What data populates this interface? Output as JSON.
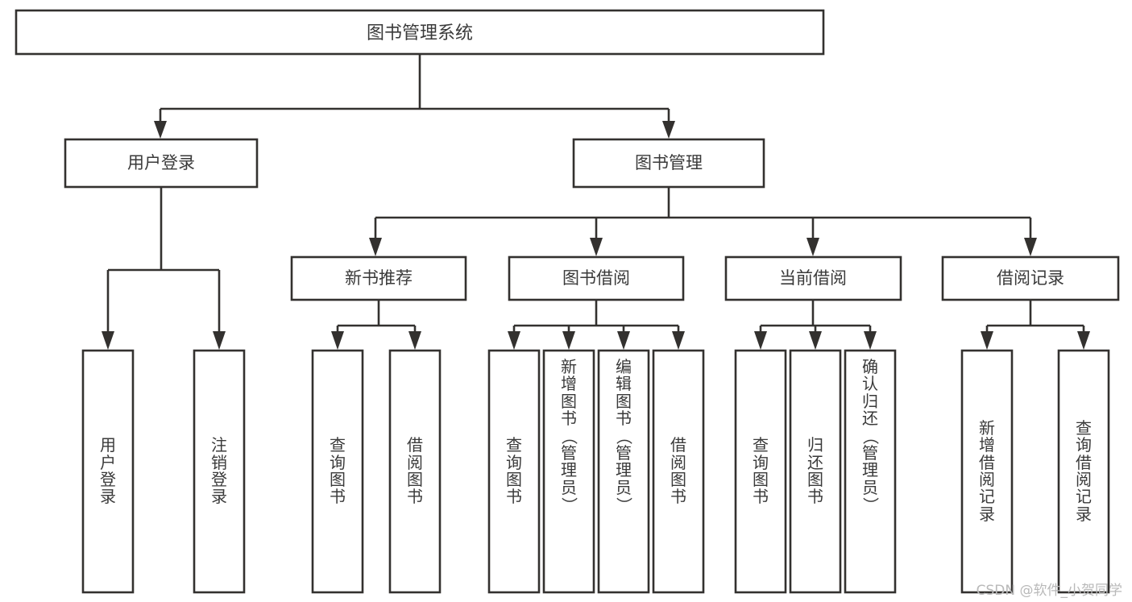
{
  "diagram": {
    "type": "tree-hierarchy-chart",
    "title": "图书管理系统",
    "watermark": "CSDN @软件_小贺同学",
    "colors": {
      "background": "#ffffff",
      "stroke": "#33312f",
      "text": "#3a3a3a",
      "watermark": "#b9b9b9"
    },
    "root": {
      "label": "图书管理系统",
      "id": "root"
    },
    "level2": [
      {
        "id": "user-login",
        "label": "用户登录"
      },
      {
        "id": "book-manage",
        "label": "图书管理"
      }
    ],
    "level3": [
      {
        "id": "new-book-recommend",
        "label": "新书推荐",
        "parent": "book-manage"
      },
      {
        "id": "book-borrow",
        "label": "图书借阅",
        "parent": "book-manage"
      },
      {
        "id": "current-borrow",
        "label": "当前借阅",
        "parent": "book-manage"
      },
      {
        "id": "borrow-record",
        "label": "借阅记录",
        "parent": "book-manage"
      }
    ],
    "leaves": [
      {
        "id": "leaf-user-login",
        "label": "用户登录",
        "parent": "user-login"
      },
      {
        "id": "leaf-logout-login",
        "label": "注销登录",
        "parent": "user-login"
      },
      {
        "id": "leaf-query-book-1",
        "label": "查询图书",
        "parent": "new-book-recommend"
      },
      {
        "id": "leaf-borrow-book-1",
        "label": "借阅图书",
        "parent": "new-book-recommend"
      },
      {
        "id": "leaf-query-book-2",
        "label": "查询图书",
        "parent": "book-borrow"
      },
      {
        "id": "leaf-add-book",
        "label": "新增图书（管理员）",
        "parent": "book-borrow"
      },
      {
        "id": "leaf-edit-book",
        "label": "编辑图书（管理员）",
        "parent": "book-borrow"
      },
      {
        "id": "leaf-borrow-book-2",
        "label": "借阅图书",
        "parent": "book-borrow"
      },
      {
        "id": "leaf-query-book-3",
        "label": "查询图书",
        "parent": "current-borrow"
      },
      {
        "id": "leaf-return-book",
        "label": "归还图书",
        "parent": "current-borrow"
      },
      {
        "id": "leaf-confirm-return",
        "label": "确认归还（管理员）",
        "parent": "current-borrow"
      },
      {
        "id": "leaf-add-record",
        "label": "新增借阅记录",
        "parent": "borrow-record"
      },
      {
        "id": "leaf-query-record",
        "label": "查询借阅记录",
        "parent": "borrow-record"
      }
    ]
  }
}
